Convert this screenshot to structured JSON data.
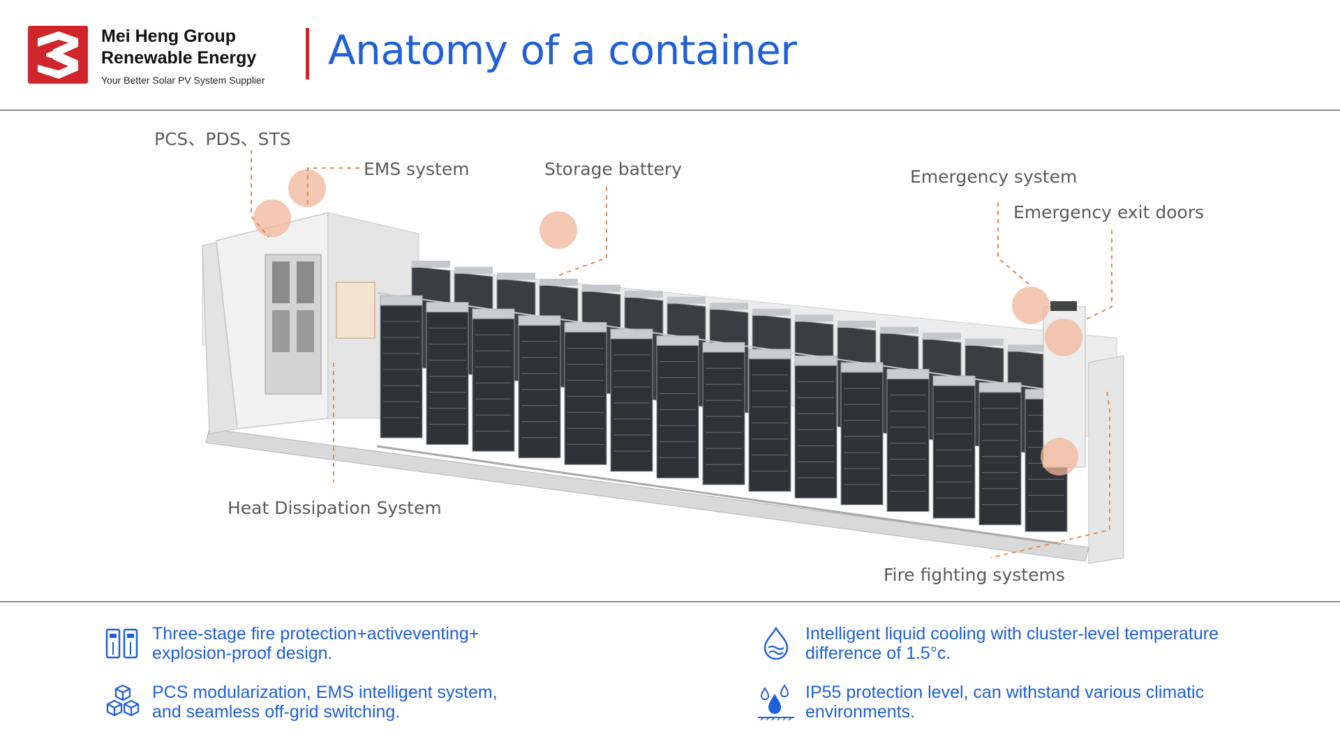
{
  "header": {
    "company_line1": "Mei Heng Group",
    "company_line2": "Renewable Energy",
    "tagline": "Your Better Solar PV System Supplier",
    "title": "Anatomy of a container",
    "logo_color": "#d0252b",
    "accent_color": "#1f5fd8"
  },
  "diagram": {
    "labels": {
      "pcs": "PCS、PDS、STS",
      "ems": "EMS system",
      "storage": "Storage battery",
      "emergency_system": "Emergency system",
      "emergency_doors": "Emergency exit doors",
      "heat": "Heat Dissipation System",
      "fire": "Fire fighting systems"
    },
    "leader_color": "#e08a5a",
    "marker_color": "#f0b59a"
  },
  "features": [
    {
      "icon": "fire-cabinet-icon",
      "text_line1": "Three-stage fire protection+activeventing+",
      "text_line2": "explosion-proof design."
    },
    {
      "icon": "cubes-icon",
      "text_line1": "PCS modularization, EMS intelligent system,",
      "text_line2": "and seamless off-grid switching."
    },
    {
      "icon": "water-drop-icon",
      "text_line1": "Intelligent liquid cooling with cluster-level temperature",
      "text_line2": "difference of 1.5°c."
    },
    {
      "icon": "waterproof-icon",
      "text_line1": "IP55 protection level, can withstand various climatic",
      "text_line2": "environments."
    }
  ]
}
